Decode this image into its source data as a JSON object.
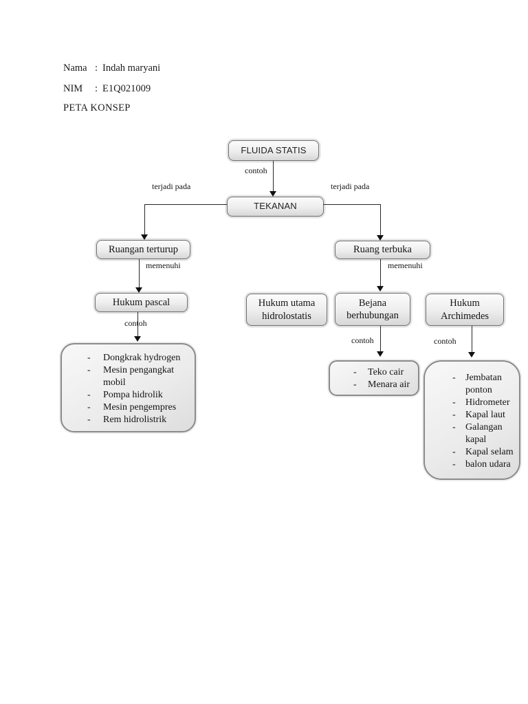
{
  "header": {
    "rows": [
      {
        "label": "Nama",
        "colon": ":",
        "value": "Indah maryani"
      },
      {
        "label": "NIM",
        "colon": ":",
        "value": "E1Q021009"
      }
    ],
    "title": "PETA KONSEP"
  },
  "diagram": {
    "nodes": {
      "fluida_statis": "FLUIDA STATIS",
      "tekanan": "TEKANAN",
      "ruangan_tertutup": "Ruangan terturup",
      "hukum_pascal": "Hukum pascal",
      "hukum_utama_hidrolostatis": "Hukum utama hidrolostatis",
      "bejana_berhubungan": "Bejana berhubungan",
      "hukum_archimedes": "Hukum Archimedes",
      "ruang_terbuka": "Ruang terbuka"
    },
    "edge_labels": {
      "contoh_top": "contoh",
      "terjadi_pada_left": "terjadi pada",
      "terjadi_pada_right": "terjadi pada",
      "memenuhi_left": "memenuhi",
      "contoh_pascal": "contoh",
      "memenuhi_right": "memenuhi",
      "contoh_bejana": "contoh",
      "contoh_archimedes": "contoh"
    },
    "lists": {
      "pascal": {
        "bullet": "-",
        "items": [
          "Dongkrak hydrogen",
          "Mesin pengangkat mobil",
          "Pompa hidrolik",
          "Mesin pengempres",
          "Rem hidrolistrik"
        ]
      },
      "bejana": {
        "bullet": "-",
        "items": [
          "Teko cair",
          "Menara air"
        ]
      },
      "archimedes": {
        "bullet": "-",
        "items": [
          "Jembatan ponton",
          "Hidrometer",
          "Kapal laut",
          "Galangan kapal",
          "Kapal selam",
          "balon udara"
        ]
      }
    }
  },
  "colors": {
    "page_background": "#ffffff",
    "node_border": "#6f6f6f",
    "node_fill_top": "#fcfcfc",
    "node_fill_bottom": "#d7d7d7",
    "listbox_border": "#8a8a8a",
    "connector": "#262626",
    "text": "#1a1a1a"
  }
}
